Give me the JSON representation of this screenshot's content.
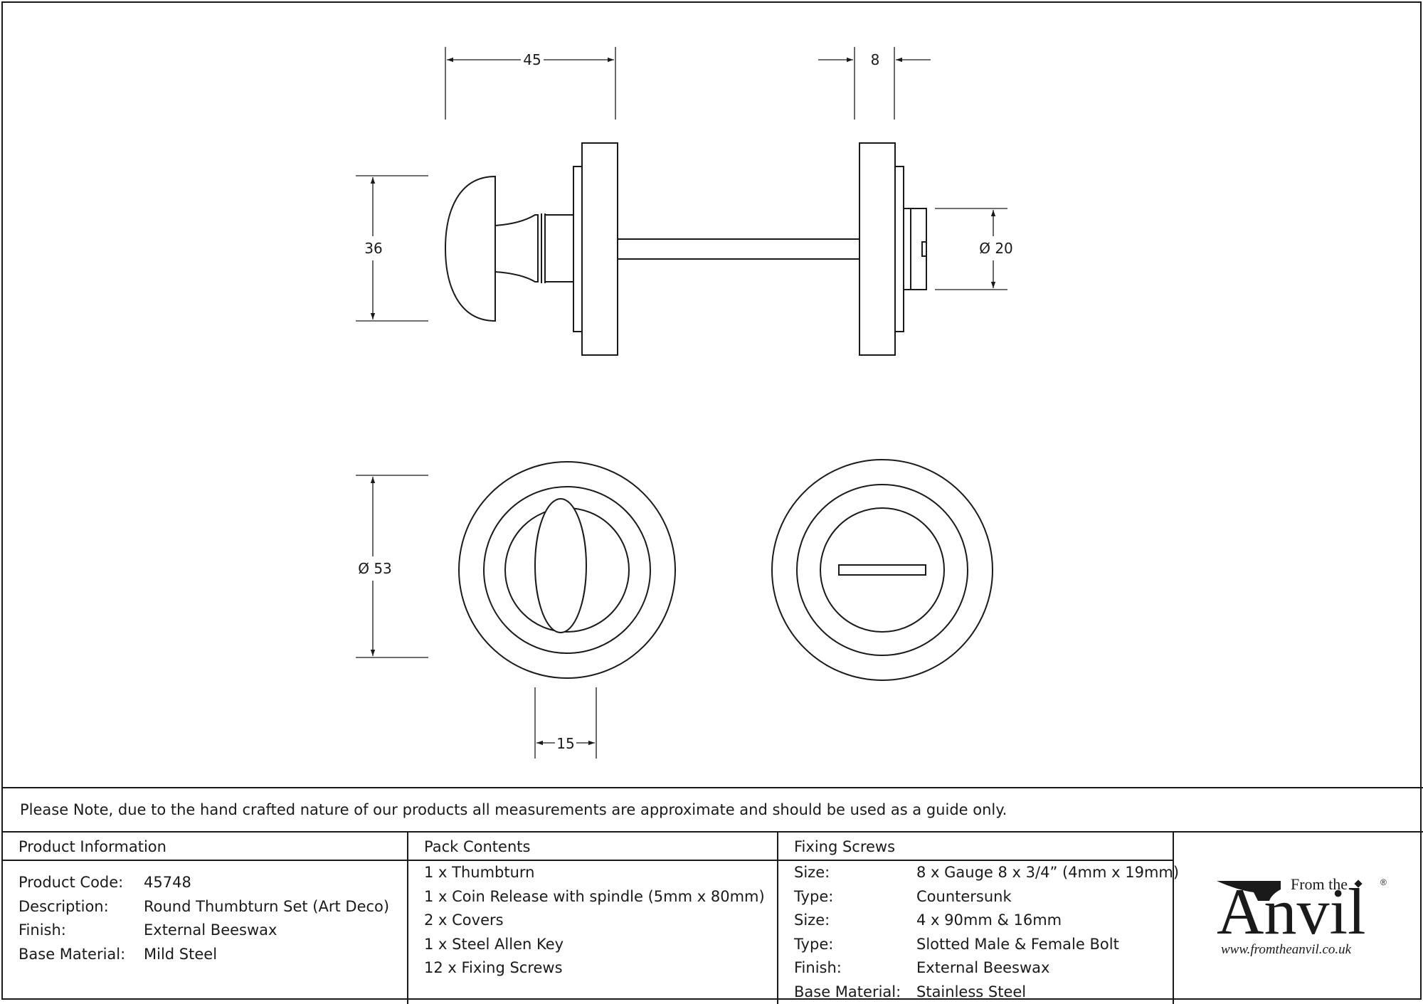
{
  "dimensions": {
    "width_45": "45",
    "depth_8": "8",
    "height_36": "36",
    "diameter_20": "Ø 20",
    "diameter_53": "Ø 53",
    "width_15": "15"
  },
  "note": "Please Note, due to the hand crafted nature of our products all measurements are approximate and should be used as a guide only.",
  "product_info": {
    "title": "Product Information",
    "rows": [
      {
        "label": "Product Code:",
        "value": "45748"
      },
      {
        "label": "Description:",
        "value": "Round Thumbturn Set (Art Deco)"
      },
      {
        "label": "Finish:",
        "value": "External Beeswax"
      },
      {
        "label": "Base Material:",
        "value": "Mild Steel"
      }
    ]
  },
  "pack_contents": {
    "title": "Pack Contents",
    "items": [
      "1 x Thumbturn",
      "1 x Coin Release with spindle (5mm x 80mm)",
      "2 x Covers",
      "1 x Steel Allen Key",
      "12 x Fixing Screws"
    ]
  },
  "fixing_screws": {
    "title": "Fixing Screws",
    "rows": [
      {
        "label": "Size:",
        "value": "8 x Gauge 8 x 3/4” (4mm x 19mm)"
      },
      {
        "label": "Type:",
        "value": "Countersunk"
      },
      {
        "label": "Size:",
        "value": "4 x 90mm & 16mm"
      },
      {
        "label": "Type:",
        "value": "Slotted Male & Female Bolt"
      },
      {
        "label": "Finish:",
        "value": "External Beeswax"
      },
      {
        "label": "Base Material:",
        "value": "Stainless Steel"
      }
    ]
  },
  "logo": {
    "from_the": "From the",
    "brand": "Anvil",
    "registered": "®",
    "url": "www.fromtheanvil.co.uk"
  }
}
